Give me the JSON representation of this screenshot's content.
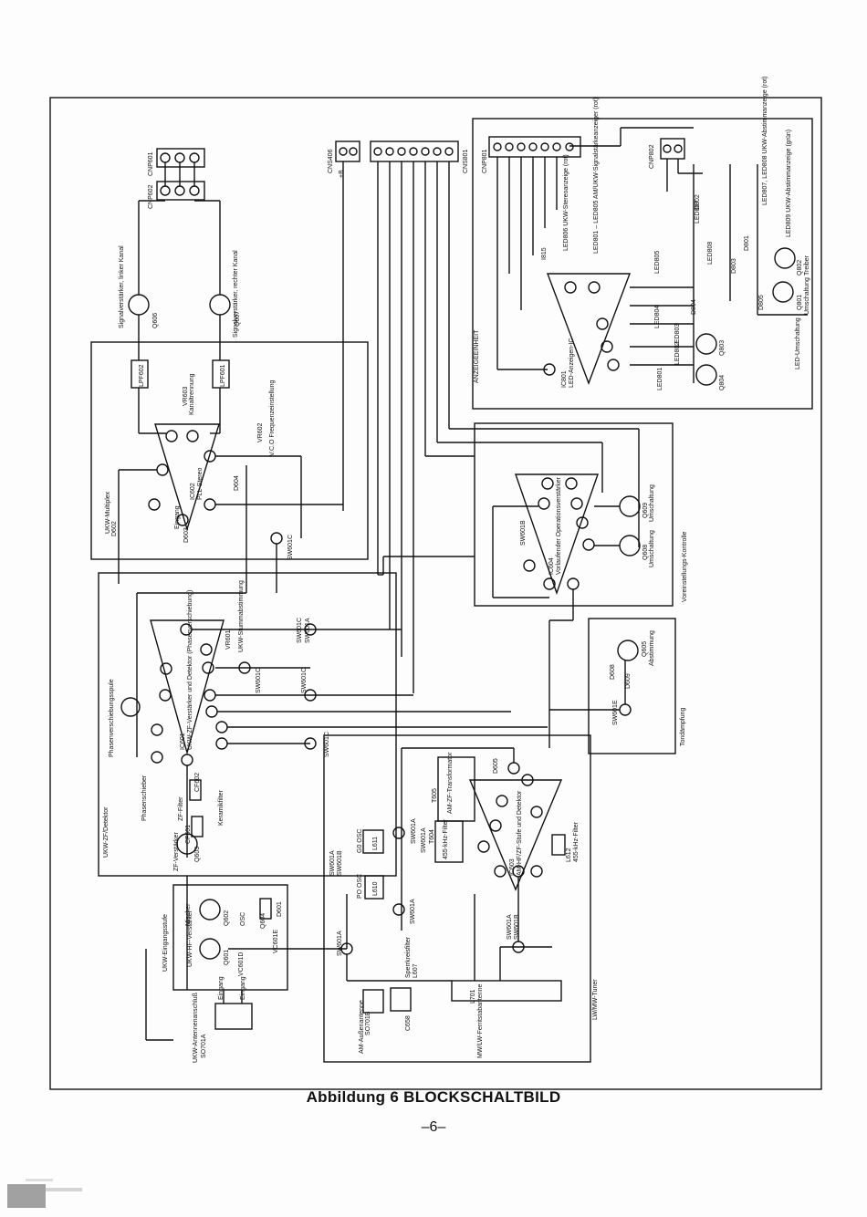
{
  "figure": {
    "caption": "Abbildung 6 BLOCKSCHALTBILD",
    "page_number": "–6–"
  },
  "sections": {
    "ukw_eingang": "UKW-Eingangsstufe",
    "ukw_zf": "UKW-ZF/Detektor",
    "ukw_multiplex": "UKW-Multiplex",
    "lw_mw_tuner": "LW/MW-Tuner",
    "anzeige": "ANZEIGEEINHEIT",
    "voreinstellung": "Voreinstellungs-Kontrolle",
    "tondampfung": "Tondämpfung"
  },
  "connectors": {
    "cnp601": "CNP601",
    "cnp602": "CNP602",
    "cns406": "CNS406",
    "cns801": "CNS801",
    "cnp801": "CNP801",
    "cnp802": "CNP802",
    "so701a": "SO701A",
    "so701b": "SO701B",
    "plus_b": "+B"
  },
  "ics": {
    "ic601": "IC601",
    "ic601_desc": "UKW-ZF-Verstärker und Detektor (Phasenverschiebung)",
    "ic602": "IC602",
    "ic602_desc": "PLL-Stereo",
    "ic603": "IC603",
    "ic603_desc": "AM-HF/ZF-Stufe und Detektor",
    "ic604": "IC604",
    "ic604_desc": "Vorlaufender Operationsverstärker",
    "ic801": "IC801",
    "ic801_desc": "LED-Anzeigen-IC"
  },
  "labels": {
    "q601": "Q601",
    "q602": "Q602",
    "q603": "Q603",
    "q604": "Q604",
    "q605": "Q605",
    "q606": "Q606",
    "q607": "Q607",
    "q608": "Q608",
    "q609": "Q609",
    "q801": "Q801",
    "q802": "Q802",
    "q803": "Q803",
    "q804": "Q804",
    "d601": "D601",
    "d602": "D602",
    "d603": "D603",
    "d604": "D604",
    "d605": "D605",
    "d608": "D608",
    "d609": "D609",
    "d801": "D801",
    "d802": "D802",
    "d803": "D803",
    "d804": "D804",
    "d805": "D805",
    "i815": "I815",
    "lpf601": "LPF601",
    "lpf602": "LPF602",
    "vr601": "VR601",
    "vr602": "VR602",
    "vr603": "VR603",
    "cf601": "CF601",
    "cf602": "CF602",
    "l607": "L607",
    "l610": "L610",
    "l611": "L611",
    "l612": "L612",
    "l701": "L701",
    "t604": "T604",
    "t605": "T605",
    "c658": "C658",
    "vc601d": "VC601D",
    "vc601e": "VC601E",
    "sw601a": "SW601A",
    "sw601b": "SW601B",
    "sw601c": "SW601C",
    "sw601e": "SW601E",
    "po_osc": "PO OSC",
    "g0_osc": "G0 OSC",
    "osc": "OSC",
    "mischer": "Mischer",
    "zf_filter": "ZF-Filter",
    "keramikfilter": "Keramikfilter",
    "phasenschieber": "Phasenschieber",
    "phasenverschiebungsspule": "Phasenverschiebungsspule",
    "eingang": "Eingang",
    "ukw_hf": "UKW-HF-Verstärker",
    "zf_verst": "ZF-Verstärker",
    "ukw_antenne": "UKW-Antennenanschluß",
    "am_antenne": "AM-Außenantenne",
    "ferrit": "MW/LW-Ferritstabantenne",
    "schwingkreis": "Sperrkreisfilter",
    "filter_455": "455-kHz-Filter",
    "am_zf_trafo": "AM-ZF-Transformator",
    "signal_links": "Signalverstärker, linker Kanal",
    "signal_rechts": "Signalverstärker, rechter Kanal",
    "kanaltrennung": "Kanaltrennung",
    "vco": "V.C.O Frequenzeinstellung",
    "stumm": "UKW-Stummabstimmung",
    "umschaltung": "Umschaltung",
    "abstimmung": "Abstimmung",
    "stereo_anzeige": "LED806 UKW-Stereoanzeige (rot)",
    "led_range": "LED801 – LED805 AM/UKW-Signalstärkeanzeiger (rot)",
    "led807": "LED807, LED808 UKW-Abstimmanzeige (rot)",
    "led809": "LED809 UKW-Abstimmanzeige (grün)",
    "led_umschaltung": "LED-Umschaltung",
    "treiber": "Treiber",
    "led801": "LED801",
    "led802": "LED802",
    "led803": "LED803",
    "led804": "LED804",
    "led805": "LED805",
    "led806": "LED806",
    "led807s": "LED807",
    "led808": "LED808",
    "led809s": "LED809"
  }
}
